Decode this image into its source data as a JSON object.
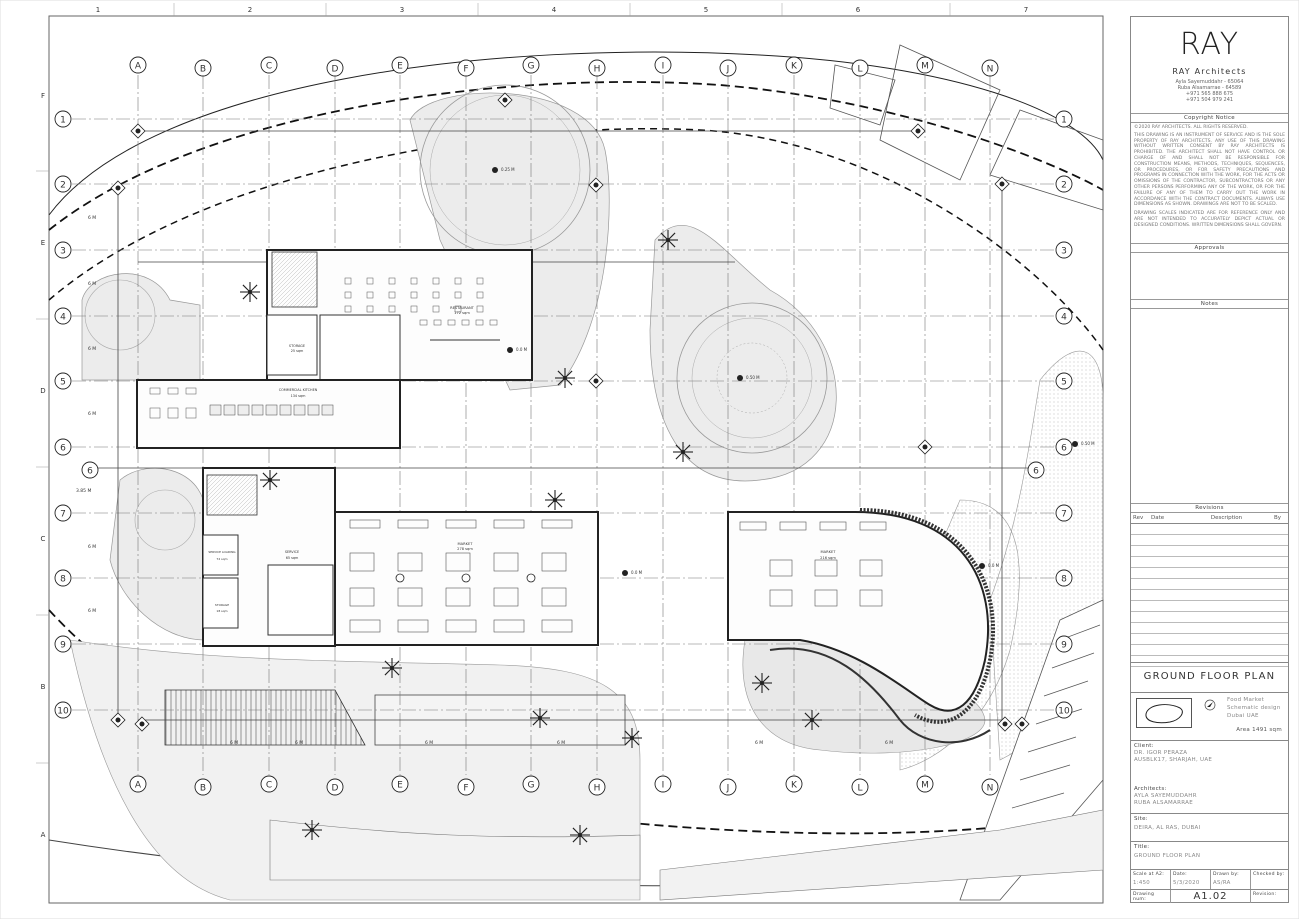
{
  "sheet_columns": [
    "1",
    "2",
    "3",
    "4",
    "5",
    "6",
    "7"
  ],
  "sheet_rows": [
    "F",
    "E",
    "D",
    "C",
    "B",
    "A"
  ],
  "grid_letters": [
    "A",
    "B",
    "C",
    "D",
    "E",
    "F",
    "G",
    "H",
    "I",
    "J",
    "K",
    "L",
    "M",
    "N"
  ],
  "grid_numbers": [
    "1",
    "2",
    "3",
    "4",
    "5",
    "6",
    "7",
    "8",
    "9",
    "10"
  ],
  "extra_grid_label": "6",
  "rooms": {
    "restaurant": {
      "name": "Restaurant",
      "area": "172 sqm"
    },
    "storage_top": {
      "name": "Storage",
      "area": "25 sqm"
    },
    "kitchen": {
      "name": "Commercial Kitchen",
      "area": "134 sqm"
    },
    "service": {
      "name": "Service",
      "area": "65 sqm"
    },
    "service_loading": {
      "name": "Service Loading",
      "area": "72 sqm"
    },
    "storage_bottom": {
      "name": "Storage",
      "area": "18 sqm"
    },
    "market_1": {
      "name": "Market",
      "area": "278 sqm"
    },
    "market_2": {
      "name": "Market",
      "area": "216 sqm"
    }
  },
  "spacing_label": "6 M",
  "spacing_label_alt": "3.85 M",
  "levels": [
    "0.25 M",
    "0.50 M",
    "0.0 M",
    "0.0 M",
    "0.50 M",
    "0.0 M"
  ],
  "title_block": {
    "logo": "RAY",
    "firm": "RAY Architects",
    "firm_lines": [
      "Ayla Sayemuddahr - 65064",
      "Ruba Alsamarrae - 64589",
      "+971 565 888 675",
      "+971 504 979 241"
    ],
    "copyright_header": "Copyright Notice",
    "copyright_p1": "©2020 RAY ARCHITECTS. ALL RIGHTS RESERVED.",
    "copyright_p2": "THIS DRAWING IS AN INSTRUMENT OF SERVICE AND IS THE SOLE PROPERTY OF RAY ARCHITECTS. ANY USE OF THIS DRAWING WITHOUT WRITTEN CONSENT BY RAY ARCHITECTS IS PROHIBITED. THE ARCHITECT SHALL NOT HAVE CONTROL OR CHARGE OF AND SHALL NOT BE RESPONSIBLE FOR CONSTRUCTION MEANS, METHODS, TECHNIQUES, SEQUENCES, OR PROCEDURES, OR FOR SAFETY PRECAUTIONS AND PROGRAMS IN CONNECTION WITH THE WORK, FOR THE ACTS OR OMISSIONS OF THE CONTRACTOR, SUBCONTRACTORS OR ANY OTHER PERSONS PERFORMING ANY OF THE WORK, OR FOR THE FAILURE OF ANY OF THEM TO CARRY OUT THE WORK IN ACCORDANCE WITH THE CONTRACT DOCUMENTS. ALWAYS USE DIMENSIONS AS SHOWN. DRAWINGS ARE NOT TO BE SCALED.",
    "copyright_p3": "DRAWING SCALES INDICATED ARE FOR REFERENCE ONLY AND ARE NOT INTENDED TO ACCURATELY DEPICT ACTUAL OR DESIGNED CONDITIONS. WRITTEN DIMENSIONS SHALL GOVERN.",
    "approvals_header": "Approvals",
    "notes_header": "Notes",
    "revisions_header": "Revisions",
    "rev_cols": [
      "Rev",
      "Date",
      "Description",
      "By"
    ],
    "sheet_title": "GROUND FLOOR PLAN",
    "project_lines": [
      "Food Market",
      "Schematic design",
      "Dubai UAE"
    ],
    "area": "Area 1491 sqm",
    "client_label": "Client:",
    "client": [
      "DR. IGOR PERAZA",
      "AUSBLK17, SHARJAH, UAE"
    ],
    "architects_label": "Architects:",
    "architects": [
      "AYLA SAYEMUDDAHR",
      "RUBA ALSAMARRAE"
    ],
    "site_label": "Site:",
    "site": "DEIRA, AL RAS, DUBAI",
    "title_label": "Title:",
    "title": "GROUND FLOOR PLAN",
    "scale_label": "Scale at A2:",
    "scale": "1:450",
    "date_label": "Date:",
    "date": "5/3/2020",
    "drawn_label": "Drawn by:",
    "drawn": "AS/RA",
    "checked_label": "Checked by:",
    "checked": "",
    "drawing_num_label": "Drawing num:",
    "drawing_num": "A1.02",
    "revision_label": "Revision:",
    "revision": ""
  }
}
